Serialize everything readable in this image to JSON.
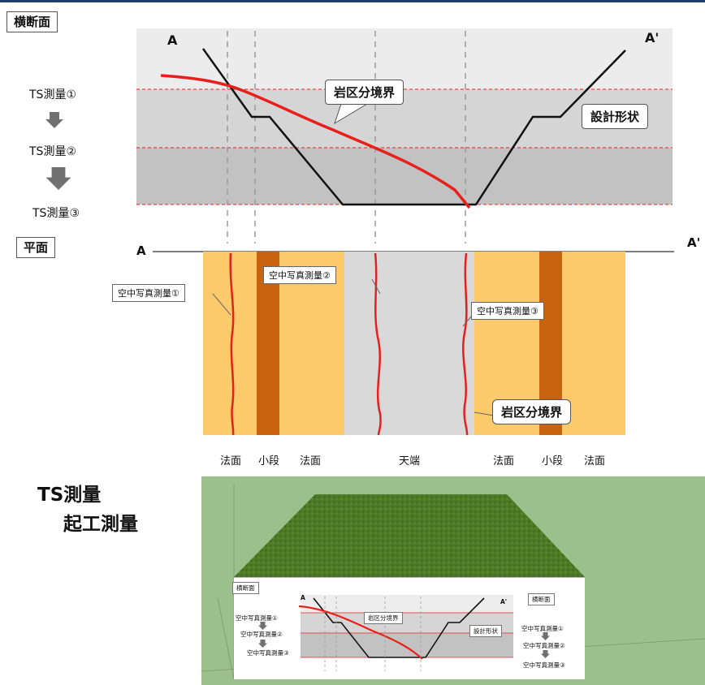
{
  "header": {
    "cross_section_label": "横断面",
    "plan_label": "平面"
  },
  "cross_section": {
    "point_a": "A",
    "point_a_prime": "A'",
    "boundary_callout": "岩区分境界",
    "design_shape_label": "設計形状",
    "ts_steps": [
      "TS測量①",
      "TS測量②",
      "TS測量③"
    ]
  },
  "plan_view": {
    "point_a": "A",
    "point_a_prime": "A'",
    "callouts": [
      "空中写真測量①",
      "空中写真測量②",
      "空中写真測量③"
    ],
    "boundary_callout": "岩区分境界",
    "column_labels": [
      "法面",
      "小段",
      "法面",
      "天端",
      "法面",
      "小段",
      "法面"
    ]
  },
  "bottom": {
    "title_line1": "TS測量",
    "title_line2": "起工測量"
  },
  "model": {
    "cross_section_label_left": "横断面",
    "cross_section_label_right": "横断面",
    "point_a": "A",
    "point_a_prime": "A'",
    "boundary_callout": "岩区分境界",
    "design_shape_label": "設計形状",
    "left_steps": [
      "空中写真測量①",
      "空中写真測量②",
      "空中写真測量③"
    ],
    "right_steps": [
      "空中写真測量①",
      "空中写真測量②",
      "空中写真測量③"
    ]
  },
  "colors": {
    "boundary_red": "#e8201c",
    "slope_orange": "#fcc96b",
    "berm_brown": "#c8630f",
    "crest_gray": "#d9d9d9",
    "grass_green": "#4d7a26",
    "background_green": "#9bc08c"
  }
}
